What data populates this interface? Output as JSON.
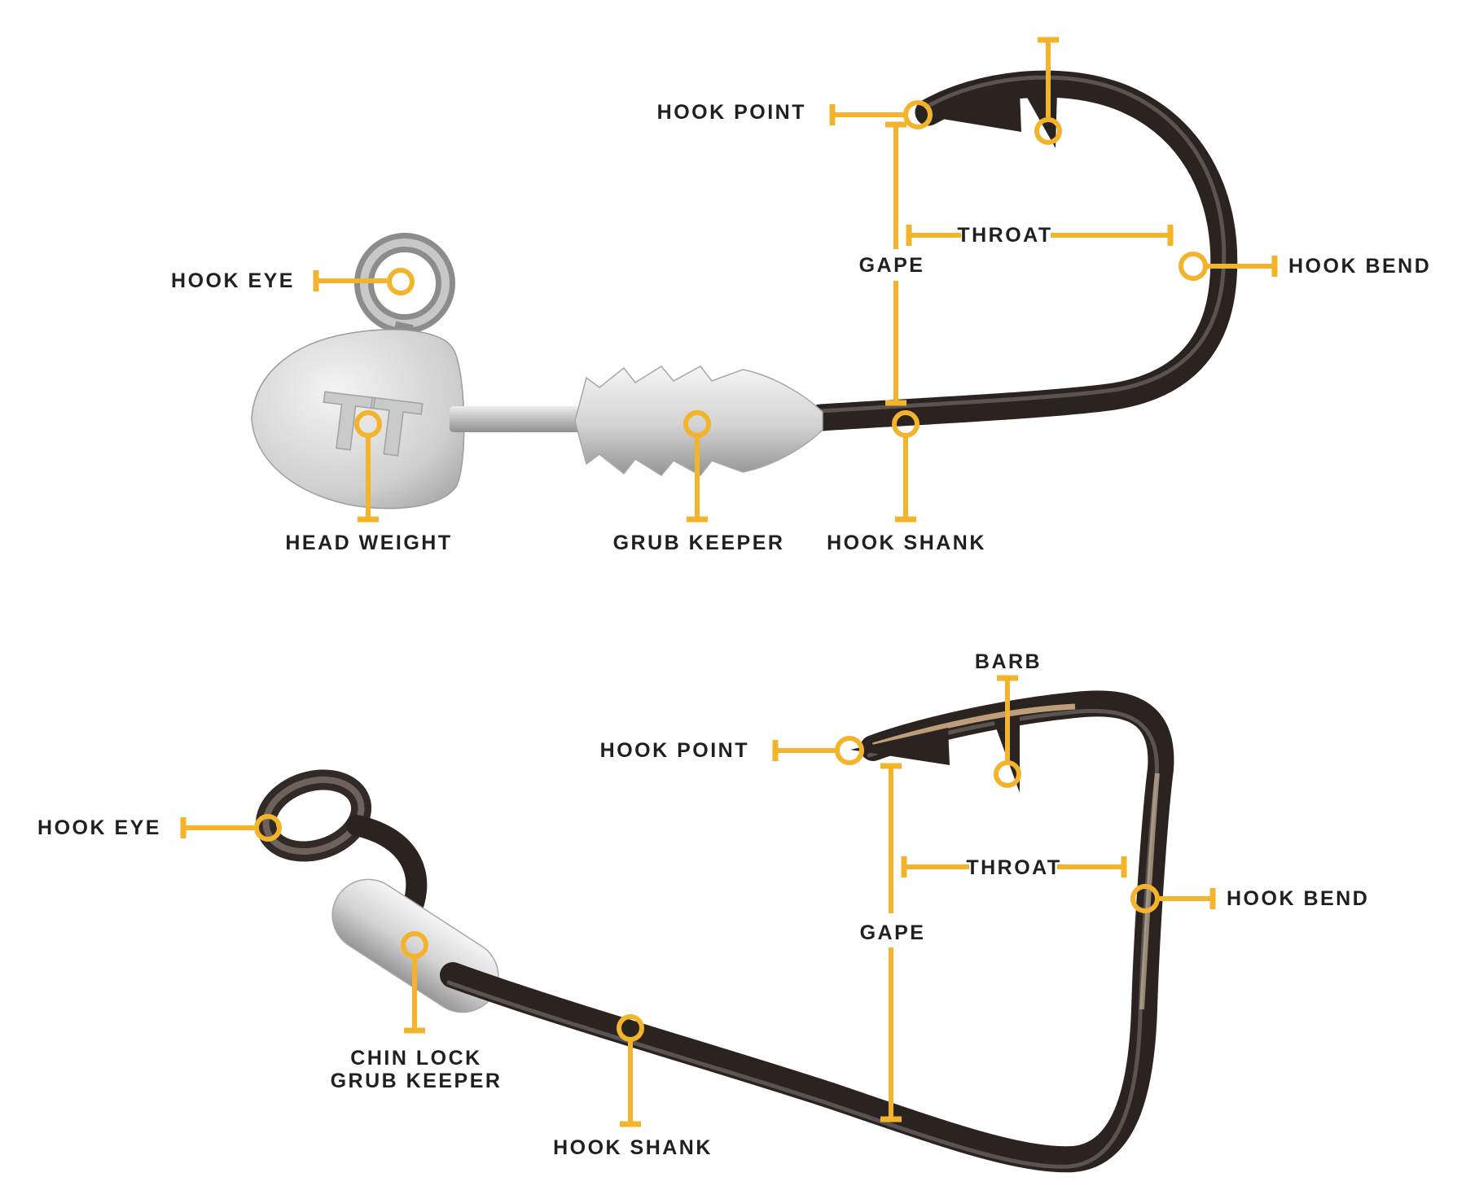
{
  "colors": {
    "accent_yellow": "#F3B42C",
    "label_text": "#221F20",
    "hook_metal_dark": "#2B2320",
    "jighead_silver": "#C9C9C9",
    "background": "#FFFFFF"
  },
  "head_logo": "TT",
  "labels": {
    "top": {
      "hook_point": "HOOK POINT",
      "throat": "THROAT",
      "gape": "GAPE",
      "hook_bend": "HOOK BEND",
      "hook_eye": "HOOK EYE",
      "head_weight": "HEAD WEIGHT",
      "grub_keeper": "GRUB KEEPER",
      "hook_shank": "HOOK SHANK"
    },
    "bottom": {
      "barb": "BARB",
      "hook_point": "HOOK POINT",
      "throat": "THROAT",
      "gape": "GAPE",
      "hook_bend": "HOOK BEND",
      "hook_eye": "HOOK EYE",
      "chin_lock_line1": "CHIN LOCK",
      "chin_lock_line2": "GRUB KEEPER",
      "hook_shank": "HOOK SHANK"
    }
  }
}
